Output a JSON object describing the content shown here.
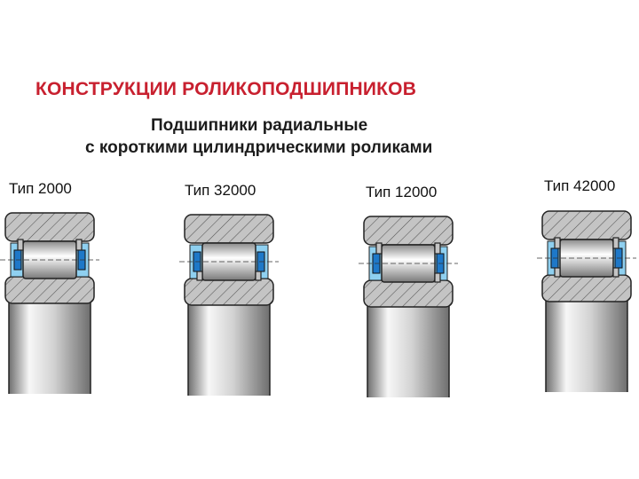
{
  "title": "КОНСТРУКЦИИ  РОЛИКОПОДШИПНИКОВ",
  "subtitle_line1": "Подшипники радиальные",
  "subtitle_line2": "с короткими цилиндрическими роликами",
  "colors": {
    "title": "#c8202f",
    "ring_fill": "#c4c4c4",
    "hatch": "#555555",
    "cage": "#1e78c8",
    "cage_light": "#8fd0f0",
    "shaft_light": "#f7f7f7",
    "shaft_dark": "#6e6e6e"
  },
  "bearings": [
    {
      "label": "Тип 2000",
      "outer_ribs": "both",
      "inner_ribs": "none"
    },
    {
      "label": "Тип 32000",
      "outer_ribs": "none",
      "inner_ribs": "both"
    },
    {
      "label": "Тип 12000",
      "outer_ribs": "both",
      "inner_ribs": "one"
    },
    {
      "label": "Тип 42000",
      "outer_ribs": "both",
      "inner_ribs": "both"
    }
  ]
}
